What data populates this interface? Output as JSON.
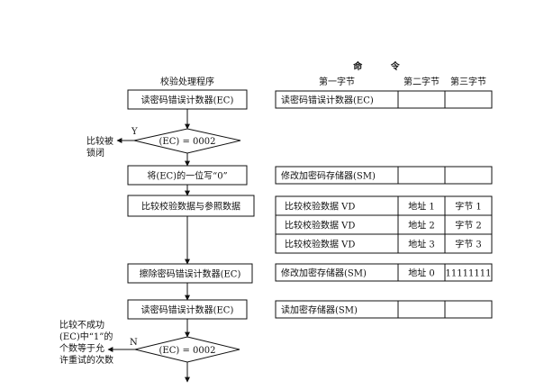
{
  "header": {
    "command": "命 令",
    "procedure": "校验处理程序",
    "col1": "第一字节",
    "col2": "第二字节",
    "col3": "第三字节"
  },
  "flow": {
    "step1": "读密码错误计数器(EC)",
    "decision1": "(EC) = 0002",
    "decision1_yes": "Y",
    "decision1_yes_note": [
      "比较被",
      "锁闭"
    ],
    "step2": "将(EC)的一位写“0”",
    "step3": "比较校验数据与参照数据",
    "step4": "擦除密码错误计数器(EC)",
    "step5": "读密码错误计数器(EC)",
    "decision2": "(EC) = 0002",
    "decision2_no": "N",
    "decision2_no_note": [
      "比较不成功",
      "(EC)中“1”的",
      "个数等于允",
      "许重试的次数"
    ]
  },
  "commands": [
    {
      "c1": "读密码错误计数器(EC)",
      "c2": "",
      "c3": ""
    },
    {
      "c1": "修改加密码存储器(SM)",
      "c2": "",
      "c3": ""
    },
    {
      "c1": "比较校验数据 VD",
      "c2": "地址 1",
      "c3": "字节 1"
    },
    {
      "c1": "比较校验数据 VD",
      "c2": "地址 2",
      "c3": "字节 2"
    },
    {
      "c1": "比较校验数据 VD",
      "c2": "地址 3",
      "c3": "字节 3"
    },
    {
      "c1": "修改加密存储器(SM)",
      "c2": "地址 0",
      "c3": "11111111"
    },
    {
      "c1": "读加密存储器(SM)",
      "c2": "",
      "c3": ""
    }
  ]
}
